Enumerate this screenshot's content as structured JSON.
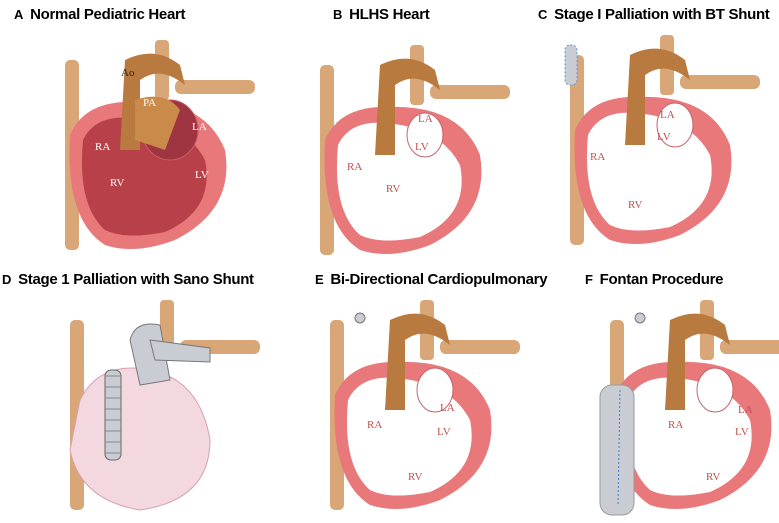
{
  "panels": [
    {
      "letter": "A",
      "title": "Normal Pediatric Heart",
      "labels": [
        "Ao",
        "PA",
        "LA",
        "RA",
        "RV",
        "LV"
      ]
    },
    {
      "letter": "B",
      "title": "HLHS Heart",
      "labels": [
        "RA",
        "LA",
        "LV",
        "RV"
      ]
    },
    {
      "letter": "C",
      "title": "Stage I Palliation with BT Shunt",
      "labels": [
        "RA",
        "LA",
        "LV",
        "RV"
      ]
    },
    {
      "letter": "D",
      "title": "Stage 1 Palliation with Sano Shunt",
      "labels": []
    },
    {
      "letter": "E",
      "title": "Bi-Directional Cardiopulmonary",
      "labels": [
        "RA",
        "LA",
        "LV",
        "RV"
      ]
    },
    {
      "letter": "F",
      "title": "Fontan Procedure",
      "labels": [
        "RA",
        "LA",
        "LV",
        "RV"
      ]
    }
  ],
  "colors": {
    "aorta": "#b87a3e",
    "myocardium": "#e8787a",
    "chamber_normal": "#b84048",
    "chamber_hlhs": "#ffffff",
    "vein": "#d9a777",
    "shunt": "#c9cdd3"
  }
}
